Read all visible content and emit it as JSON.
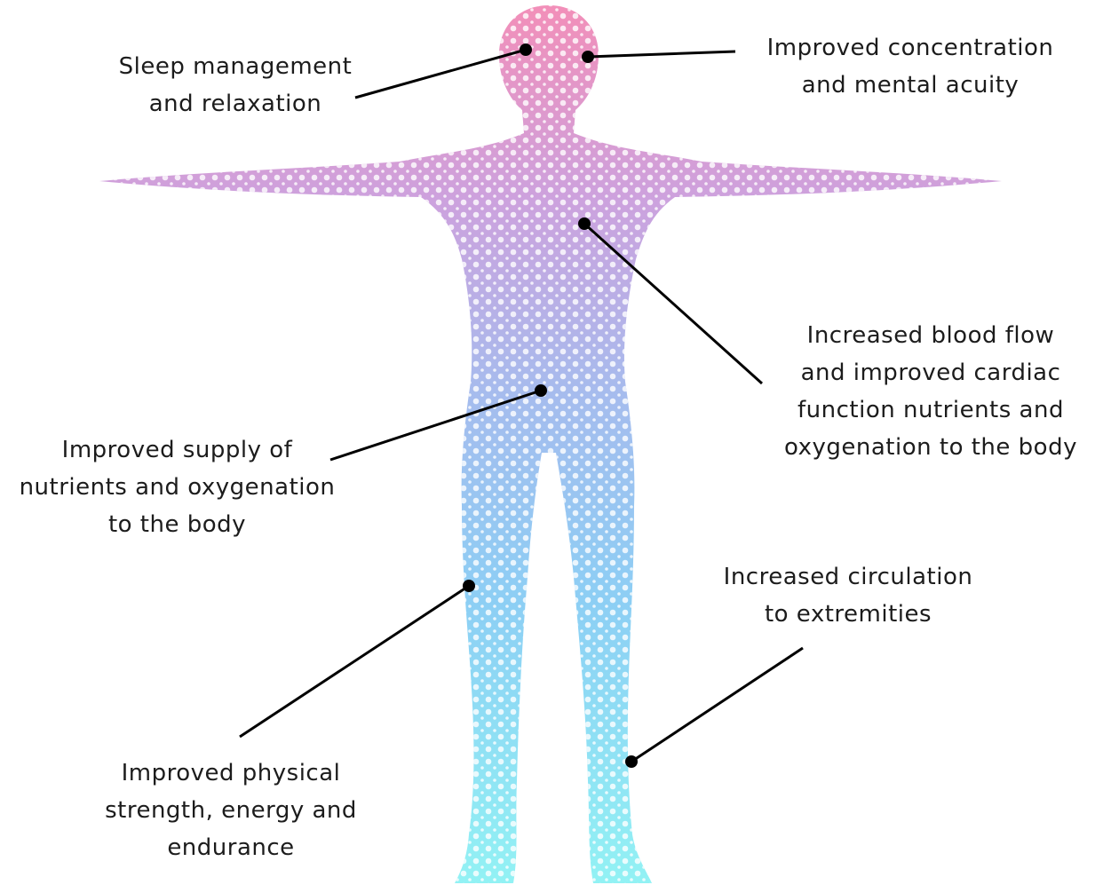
{
  "diagram": {
    "gradient": {
      "top": "#e8337f",
      "upper": "#a455c2",
      "middle": "#5b86e0",
      "lower": "#2fa7ec",
      "bottom": "#39e7ec"
    },
    "callouts": [
      {
        "id": "sleep",
        "lines": [
          "Sleep management",
          "and relaxation"
        ]
      },
      {
        "id": "concentration",
        "lines": [
          "Improved concentration",
          "and mental acuity"
        ]
      },
      {
        "id": "blood-flow",
        "lines": [
          "Increased blood flow",
          "and improved cardiac",
          "function nutrients and",
          "oxygenation to the body"
        ]
      },
      {
        "id": "supply",
        "lines": [
          "Improved supply of",
          "nutrients and oxygenation",
          "to the body"
        ]
      },
      {
        "id": "circulation",
        "lines": [
          "Increased circulation",
          "to extremities"
        ]
      },
      {
        "id": "strength",
        "lines": [
          "Improved physical",
          "strength, energy and",
          "endurance"
        ]
      }
    ]
  }
}
